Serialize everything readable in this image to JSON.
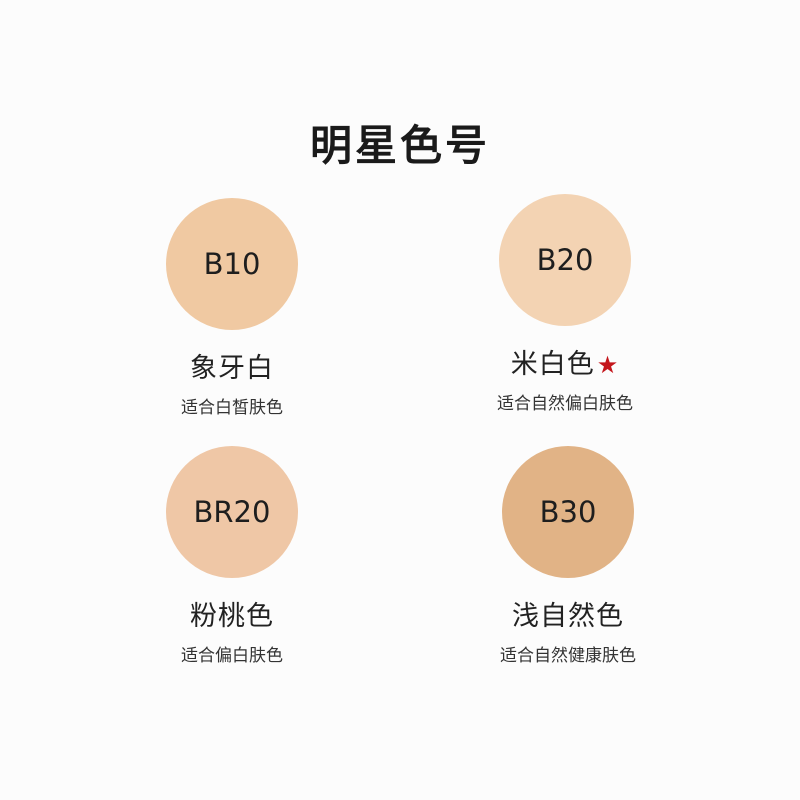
{
  "title": "明星色号",
  "shades": [
    {
      "code": "B10",
      "name": "象牙白",
      "desc": "适合白皙肤色",
      "color": "#f0c9a2"
    },
    {
      "code": "B20",
      "name": "米白色",
      "star": "★",
      "desc": "适合自然偏白肤色",
      "color": "#f3d3b3",
      "star_color": "#c4161c"
    },
    {
      "code": "BR20",
      "name": "粉桃色",
      "desc": "适合偏白肤色",
      "color": "#efc7a6"
    },
    {
      "code": "B30",
      "name": "浅自然色",
      "desc": "适合自然健康肤色",
      "color": "#e1b386"
    }
  ]
}
